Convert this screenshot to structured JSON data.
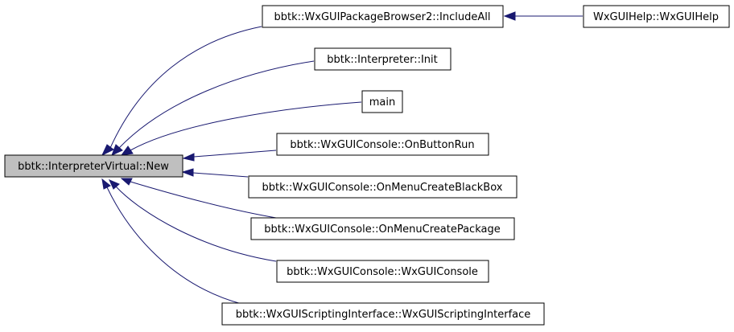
{
  "colors": {
    "edge": "#191970",
    "root_fill": "#bfbfbf",
    "node_fill": "#ffffff",
    "border": "#000000"
  },
  "nodes": {
    "root": "bbtk::InterpreterVirtual::New",
    "include_all": "bbtk::WxGUIPackageBrowser2::IncludeAll",
    "wxgui_help": "WxGUIHelp::WxGUIHelp",
    "interpreter_init": "bbtk::Interpreter::Init",
    "main": "main",
    "on_button_run": "bbtk::WxGUIConsole::OnButtonRun",
    "on_menu_create_blackbox": "bbtk::WxGUIConsole::OnMenuCreateBlackBox",
    "on_menu_create_package": "bbtk::WxGUIConsole::OnMenuCreatePackage",
    "wxgui_console": "bbtk::WxGUIConsole::WxGUIConsole",
    "wxgui_scripting_interface": "bbtk::WxGUIScriptingInterface::WxGUIScriptingInterface"
  }
}
